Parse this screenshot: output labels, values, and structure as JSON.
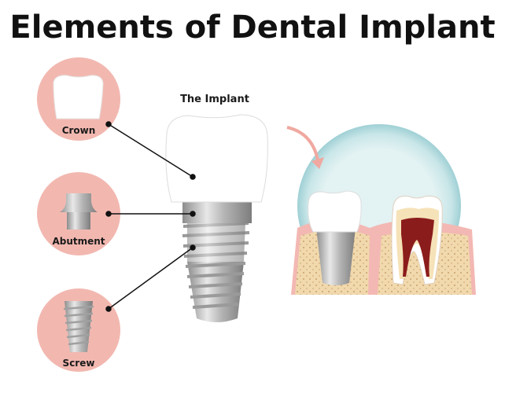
{
  "title": "Elements of Dental Implant",
  "implant_heading": "The Implant",
  "parts": [
    {
      "label": "Crown"
    },
    {
      "label": "Abutment"
    },
    {
      "label": "Screw"
    }
  ],
  "colors": {
    "circle": "#f2b8b0",
    "metal": "#b8b8b8",
    "halo": "#a9d6da",
    "gum": "#f3b8b3",
    "bone": "#f3dcb0"
  }
}
